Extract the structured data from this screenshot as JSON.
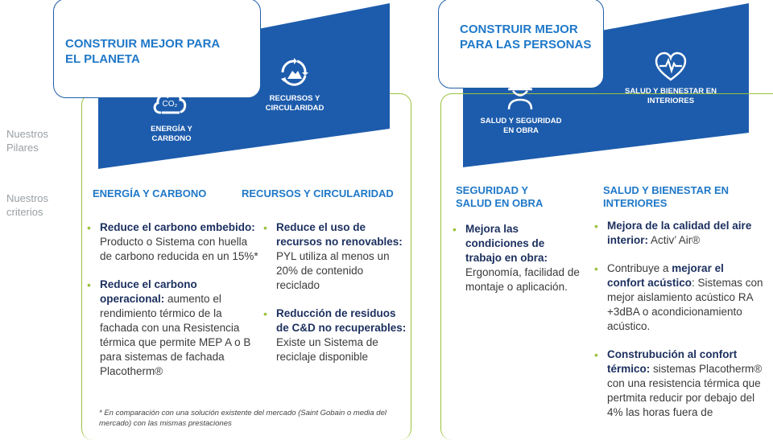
{
  "side": {
    "pillars": "Nuestros\nPilares",
    "criteria": "Nuestros\ncriterios"
  },
  "left": {
    "title_line1": "CONSTRUIR MEJOR PARA",
    "title_line2": "EL PLANETA",
    "pillar1": {
      "line1": "ENERGÍA Y",
      "line2": "CARBONO",
      "icon_text": "CO₂",
      "icon": "co2-cloud-icon"
    },
    "pillar2": {
      "line1": "RECURSOS Y",
      "line2": "CIRCULARIDAD",
      "icon": "recycle-icon"
    },
    "crit1": {
      "head": "ENERGÍA Y CARBONO",
      "b1_bold": "Reduce el carbono embebido:",
      "b1_text": " Producto o Sistema con huella de carbono reducida en un 15%*",
      "b2_bold": "Reduce el carbono operacional:",
      "b2_text": " aumento el rendimiento térmico de la fachada con una Resistencia térmica que permite MEP A o B para sistemas de fachada Placotherm®"
    },
    "crit2": {
      "head": "RECURSOS Y CIRCULARIDAD",
      "b1_bold": "Reduce el uso de recursos no renovables:",
      "b1_text": " PYL utiliza al menos un 20% de contenido reciclado",
      "b2_bold": "Reducción de residuos de C&D no recuperables:",
      "b2_text": " Existe un Sistema de reciclaje disponible"
    },
    "note": "* En comparación con una solución existente del mercado (Saint Gobain o media del mercado) con las mismas prestaciones"
  },
  "right": {
    "title_line1": "CONSTRUIR MEJOR",
    "title_line2": "PARA LAS PERSONAS",
    "pillar1": {
      "line1": "SALUD Y SEGURIDAD",
      "line2": "EN OBRA",
      "icon": "hard-hat-worker-icon"
    },
    "pillar2": {
      "line1": "SALUD Y BIENESTAR EN",
      "line2": "INTERIORES",
      "icon": "heart-pulse-icon"
    },
    "crit1": {
      "head_line1": "SEGURIDAD Y",
      "head_line2": "SALUD EN OBRA",
      "b1_bold": "Mejora las condiciones de trabajo en obra:",
      "b1_text": " Ergonomía, facilidad de montaje o aplicación."
    },
    "crit2": {
      "head_line1": "SALUD Y BIENESTAR EN",
      "head_line2": "INTERIORES",
      "b1_bold": "Mejora de la calidad del aire interior:",
      "b1_text": " Activ’ Air®",
      "b2_pre": "Contribuye a ",
      "b2_bold": "mejorar el confort acústico",
      "b2_text": ": Sistemas con mejor aislamiento acústico RA +3dBA o acondicionamiento acústico.",
      "b3_bold": "Construbución al confort térmico:",
      "b3_text": " sistemas Placotherm® con una resistencia térmica que pertmita reducir por debajo del 4% las horas fuera de"
    }
  },
  "colors": {
    "navy": "#1d5cac",
    "blue": "#1f78c8",
    "green": "#9bc23c",
    "dark": "#1b2f5e"
  }
}
